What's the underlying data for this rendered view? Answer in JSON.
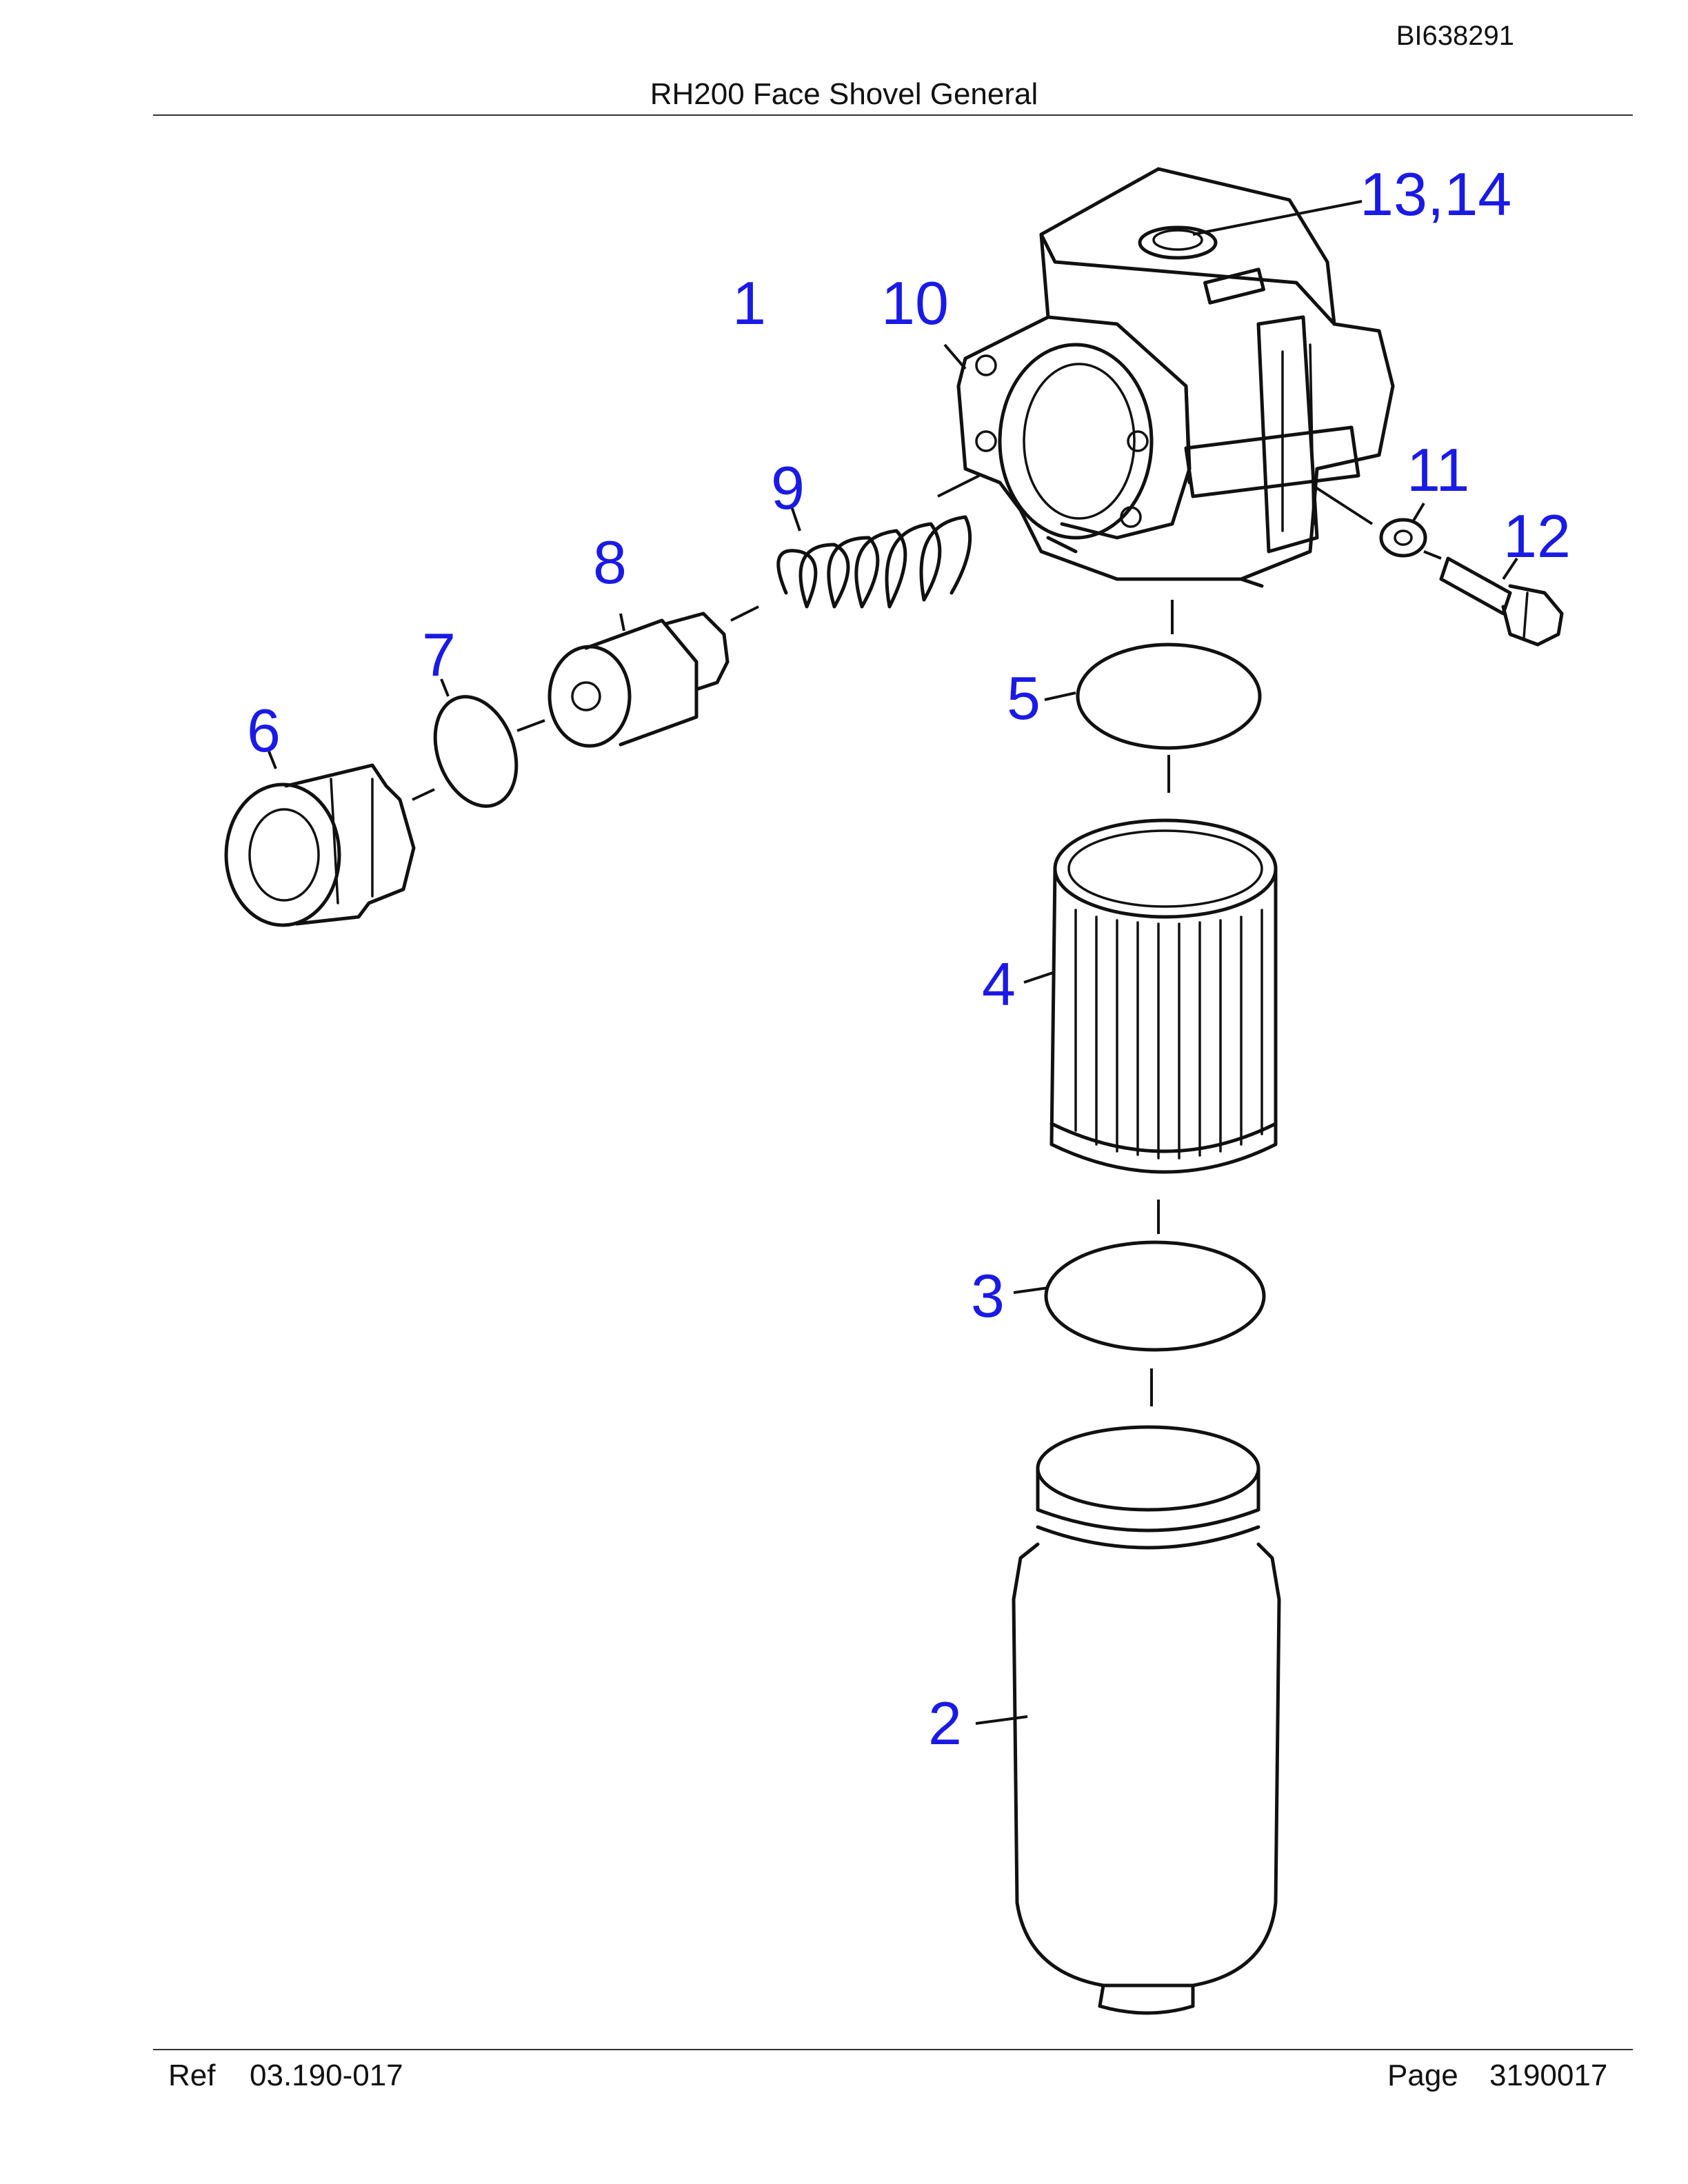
{
  "header": {
    "doc_id": "BI638291",
    "title": "RH200 Face Shovel General"
  },
  "footer": {
    "ref_label": "Ref",
    "ref_value": "03.190-017",
    "page_label": "Page",
    "page_value": "3190017"
  },
  "callouts": [
    "1",
    "2",
    "3",
    "4",
    "5",
    "6",
    "7",
    "8",
    "9",
    "10",
    "11",
    "12",
    "13,14"
  ],
  "colors": {
    "callout": "#1a1ae6",
    "line": "#111111"
  }
}
